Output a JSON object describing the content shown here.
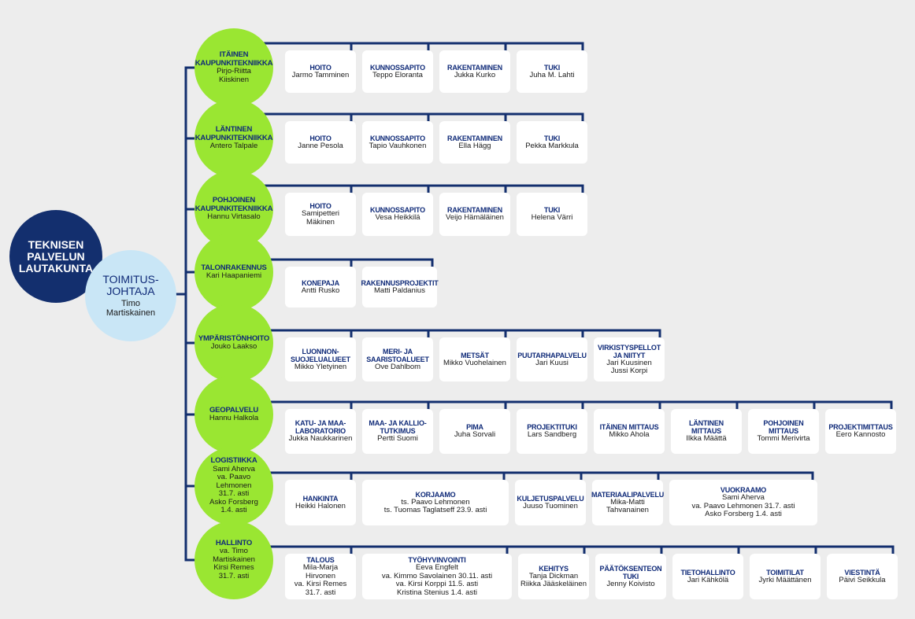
{
  "board": {
    "label": "TEKNISEN\nPALVELUN\nLAUTAKUNTA"
  },
  "director": {
    "title": "TOIMITUS-\nJOHTAJA",
    "person": "Timo\nMartiskainen"
  },
  "divisions": [
    {
      "title": "ITÄINEN\nKAUPUNKITEKNIIKKA",
      "person": "Pirjo-Riitta\nKiiskinen",
      "units": [
        {
          "title": "HOITO",
          "person": "Jarmo Tamminen"
        },
        {
          "title": "KUNNOSSAPITO",
          "person": "Teppo Eloranta"
        },
        {
          "title": "RAKENTAMINEN",
          "person": "Jukka Kurko"
        },
        {
          "title": "TUKI",
          "person": "Juha M. Lahti"
        }
      ]
    },
    {
      "title": "LÄNTINEN\nKAUPUNKITEKNIIKKA",
      "person": "Antero Talpale",
      "units": [
        {
          "title": "HOITO",
          "person": "Janne Pesola"
        },
        {
          "title": "KUNNOSSAPITO",
          "person": "Tapio Vauhkonen"
        },
        {
          "title": "RAKENTAMINEN",
          "person": "Ella Hägg"
        },
        {
          "title": "TUKI",
          "person": "Pekka Markkula"
        }
      ]
    },
    {
      "title": "POHJOINEN\nKAUPUNKITEKNIIKKA",
      "person": "Hannu Virtasalo",
      "units": [
        {
          "title": "HOITO",
          "person": "Samipetteri\nMäkinen"
        },
        {
          "title": "KUNNOSSAPITO",
          "person": "Vesa Heikkilä"
        },
        {
          "title": "RAKENTAMINEN",
          "person": "Veijo Hämäläinen"
        },
        {
          "title": "TUKI",
          "person": "Helena Värri"
        }
      ]
    },
    {
      "title": "TALONRAKENNUS",
      "person": "Kari Haapaniemi",
      "units": [
        {
          "title": "KONEPAJA",
          "person": "Antti Rusko"
        },
        {
          "title": "RAKENNUSPROJEKTIT",
          "person": "Matti Paldanius"
        }
      ]
    },
    {
      "title": "YMPÄRISTÖNHOITO",
      "person": "Jouko Laakso",
      "units": [
        {
          "title": "LUONNON-\nSUOJELUALUEET",
          "person": "Mikko Yletyinen"
        },
        {
          "title": "MERI- JA\nSAARISTOALUEET",
          "person": "Ove Dahlbom"
        },
        {
          "title": "METSÄT",
          "person": "Mikko Vuohelainen"
        },
        {
          "title": "PUUTARHAPALVELU",
          "person": "Jari Kuusi"
        },
        {
          "title": "VIRKISTYSPELLOT\nJA NIITYT",
          "person": "Jari Kuusinen\nJussi Korpi"
        }
      ]
    },
    {
      "title": "GEOPALVELU",
      "person": "Hannu Halkola",
      "units": [
        {
          "title": "KATU- JA MAA-\nLABORATORIO",
          "person": "Jukka Naukkarinen"
        },
        {
          "title": "MAA- JA KALLIO-\nTUTKIMUS",
          "person": "Pertti Suomi"
        },
        {
          "title": "PIMA",
          "person": "Juha Sorvali"
        },
        {
          "title": "PROJEKTITUKI",
          "person": "Lars Sandberg"
        },
        {
          "title": "ITÄINEN MITTAUS",
          "person": "Mikko Ahola"
        },
        {
          "title": "LÄNTINEN MITTAUS",
          "person": "Ilkka Määttä"
        },
        {
          "title": "POHJOINEN MITTAUS",
          "person": "Tommi Merivirta"
        },
        {
          "title": "PROJEKTIMITTAUS",
          "person": "Eero Kannosto"
        }
      ]
    },
    {
      "title": "LOGISTIIKKA",
      "person": "Sami Aherva\nva. Paavo Lehmonen\n31.7. asti\nAsko Forsberg\n1.4. asti",
      "units": [
        {
          "title": "HANKINTA",
          "person": "Heikki Halonen"
        },
        {
          "title": "KORJAAMO",
          "person": "ts. Paavo Lehmonen\nts. Tuomas Taglatseff 23.9. asti"
        },
        {
          "title": "KULJETUSPALVELU",
          "person": "Juuso Tuominen"
        },
        {
          "title": "MATERIAALIPALVELU",
          "person": "Mika-Matti\nTahvanainen"
        },
        {
          "title": "VUOKRAAMO",
          "person": "Sami Aherva\nva. Paavo Lehmonen 31.7. asti\nAsko Forsberg 1.4. asti"
        }
      ]
    },
    {
      "title": "HALLINTO",
      "person": "va. Timo Martiskainen\nKirsi Remes\n31.7. asti",
      "units": [
        {
          "title": "TALOUS",
          "person": "Mila-Marja Hirvonen\nva. Kirsi Remes\n31.7. asti"
        },
        {
          "title": "TYÖHYVINVOINTI",
          "person": "Eeva Engfelt\nva. Kimmo Savolainen 30.11. asti\nva. Kirsi Korppi 11.5. asti\nKristina Stenius 1.4. asti"
        },
        {
          "title": "KEHITYS",
          "person": "Tanja Dickman\nRiikka Jääskeläinen"
        },
        {
          "title": "PÄÄTÖKSENTEON TUKI",
          "person": "Jenny Koivisto"
        },
        {
          "title": "TIETOHALLINTO",
          "person": "Jari Kähkölä"
        },
        {
          "title": "TOIMITILAT",
          "person": "Jyrki Määttänen"
        },
        {
          "title": "VIESTINTÄ",
          "person": "Päivi Seikkula"
        }
      ]
    }
  ]
}
